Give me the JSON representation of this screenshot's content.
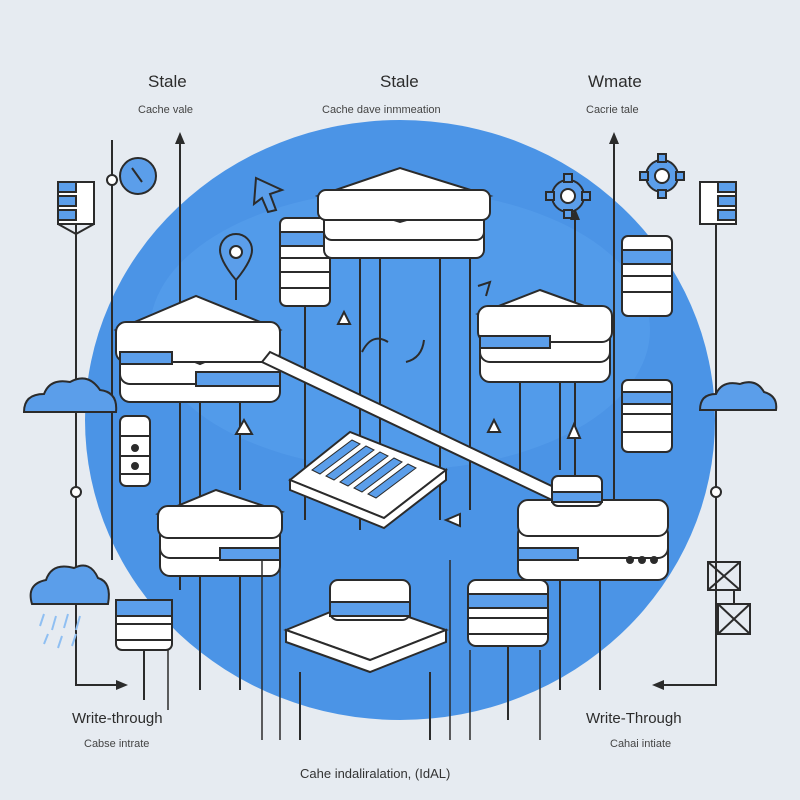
{
  "colors": {
    "background": "#e6ebf1",
    "blob": "#4b94e6",
    "blob_light": "#6aa8ef",
    "stroke": "#2b2b2b",
    "box_fill": "#ffffff",
    "accent": "#5b9eea"
  },
  "labels": {
    "top_left_title": "Stale",
    "top_left_sub": "Cache vale",
    "top_center_title": "Stale",
    "top_center_sub": "Cache dave inmmeation",
    "top_right_title": "Wmate",
    "top_right_sub": "Cacrie tale",
    "bottom_left_title": "Write-through",
    "bottom_left_sub": "Cabse intrate",
    "bottom_right_title": "Write-Through",
    "bottom_right_sub": "Cahai intiate",
    "bottom_center_caption": "Cahe indaliralation, (IdAL)"
  },
  "icons": [
    "database-stack-icon",
    "server-icon",
    "cloud-icon",
    "rain-cloud-icon",
    "gear-icon",
    "location-pin-icon",
    "cursor-arrow-icon",
    "list-document-icon",
    "crossed-box-icon",
    "clock-icon"
  ]
}
